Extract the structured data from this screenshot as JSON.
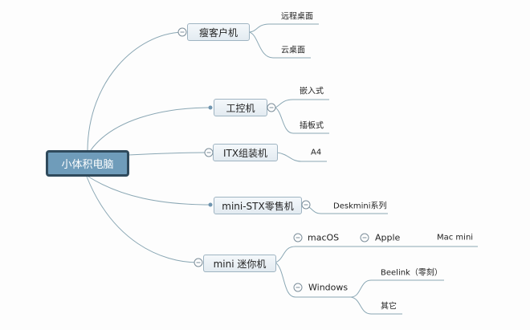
{
  "root": "小体积电脑",
  "branches": [
    {
      "label": "瘦客户机",
      "children": [
        "远程桌面",
        "云桌面"
      ]
    },
    {
      "label": "工控机",
      "children": [
        "嵌入式",
        "插板式"
      ]
    },
    {
      "label": "ITX组装机",
      "children": [
        "A4"
      ]
    },
    {
      "label": "mini-STX零售机",
      "children": [
        "Deskmini系列"
      ]
    },
    {
      "label": "mini 迷你机",
      "children": [
        {
          "label": "macOS",
          "children": [
            {
              "label": "Apple",
              "children": [
                "Mac mini"
              ]
            }
          ]
        },
        {
          "label": "Windows",
          "children": [
            "Beelink（零刻）",
            "其它"
          ]
        }
      ]
    }
  ],
  "colors": {
    "line": "#8aa7b4",
    "root_fill": "#6f9cba",
    "root_border": "#2f4a5c"
  }
}
